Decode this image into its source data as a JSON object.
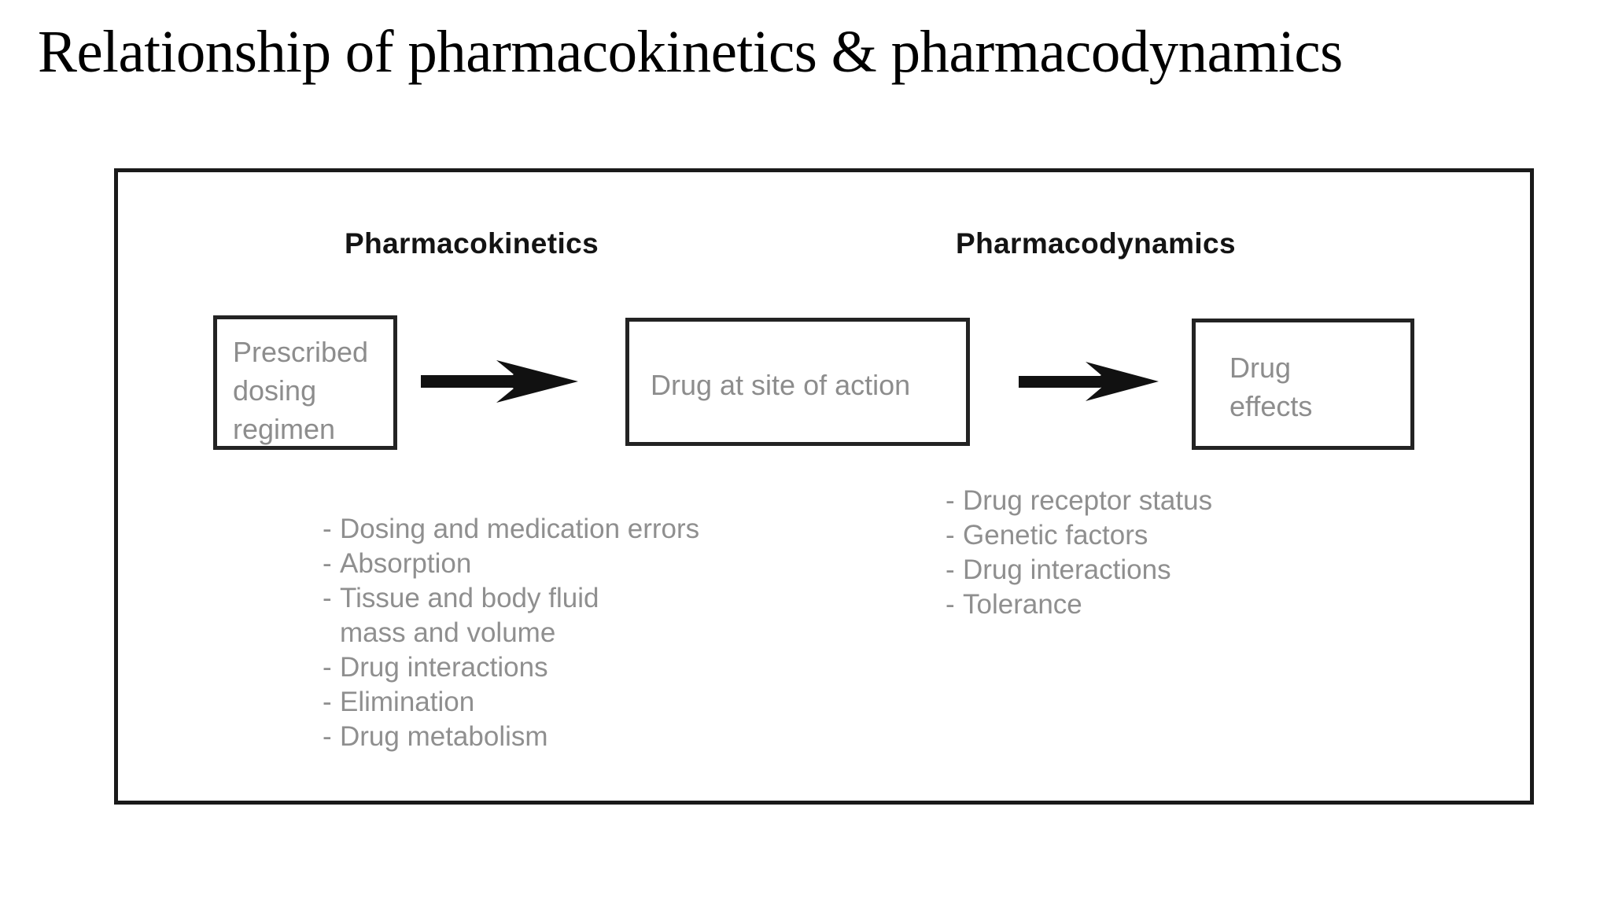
{
  "slide": {
    "title": "Relationship of pharmacokinetics & pharmacodynamics"
  },
  "figure": {
    "headings": {
      "left": "Pharmacokinetics",
      "right": "Pharmacodynamics"
    },
    "boxes": [
      {
        "id": "prescribed-dosing-regimen",
        "lines": [
          "Prescribed",
          "dosing",
          "regimen"
        ],
        "text": "Prescribed\ndosing\nregimen"
      },
      {
        "id": "drug-at-site-of-action",
        "lines": [
          "Drug at site of action"
        ],
        "text": "Drug at site of action"
      },
      {
        "id": "drug-effects",
        "lines": [
          "Drug",
          "effects"
        ],
        "text": "Drug\neffects"
      }
    ],
    "arrows": [
      {
        "id": "arrow-dose-to-site",
        "from": "prescribed-dosing-regimen",
        "to": "drug-at-site-of-action",
        "direction": "right"
      },
      {
        "id": "arrow-site-to-effects",
        "from": "drug-at-site-of-action",
        "to": "drug-effects",
        "direction": "right"
      }
    ],
    "lists": {
      "pharmacokinetics": {
        "bullet": "-",
        "items": [
          {
            "text": "Dosing and medication errors",
            "cont": ""
          },
          {
            "text": "Absorption",
            "cont": ""
          },
          {
            "text": "Tissue and body fluid",
            "cont": "mass and volume"
          },
          {
            "text": "Drug interactions",
            "cont": ""
          },
          {
            "text": "Elimination",
            "cont": ""
          },
          {
            "text": "Drug metabolism",
            "cont": ""
          }
        ]
      },
      "pharmacodynamics": {
        "bullet": "-",
        "items": [
          {
            "text": "Drug receptor status",
            "cont": ""
          },
          {
            "text": "Genetic factors",
            "cont": ""
          },
          {
            "text": "Drug interactions",
            "cont": ""
          },
          {
            "text": "Tolerance",
            "cont": ""
          }
        ]
      }
    }
  },
  "colors": {
    "background": "#ffffff",
    "title_text": "#000000",
    "frame_border": "#1a1a1a",
    "box_border": "#232323",
    "box_text": "#8d8d8d",
    "heading_text": "#141414",
    "list_text": "#8f8f8f",
    "arrow_fill": "#111111"
  }
}
